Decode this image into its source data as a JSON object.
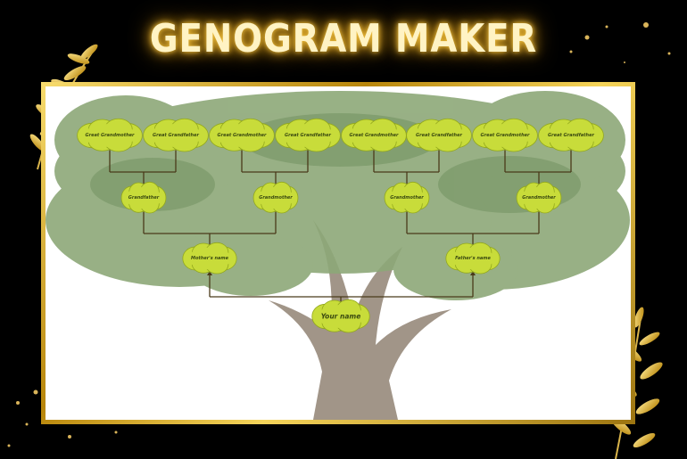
{
  "title": "GENOGRAM MAKER",
  "colors": {
    "background": "#000000",
    "title_glow": "#f5c542",
    "frame_gold": "#d4a72c",
    "node_fill": "#c8dc3a",
    "node_stroke": "#93a81c",
    "connector": "#4a3a1a",
    "tree_foliage": "#8da878",
    "tree_trunk": "#8a7a6a"
  },
  "generations": {
    "great_grandparents": [
      "Great Grandmother",
      "Great Grandfather",
      "Great Grandmother",
      "Great Grandfather",
      "Great Grandmother",
      "Great Grandfather",
      "Great Grandmother",
      "Great Grandfather"
    ],
    "grandparents": [
      "Grandfather",
      "Grandmother",
      "Grandmother",
      "Grandmother"
    ],
    "parents": [
      "Mother's name",
      "Father's name"
    ],
    "self": "Your name"
  }
}
